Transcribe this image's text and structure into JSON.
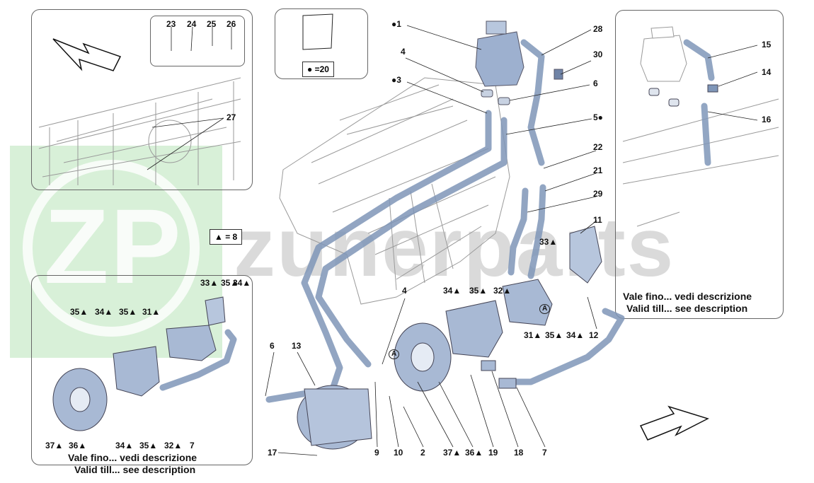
{
  "watermark": {
    "logo": "ZP",
    "brand": "zunerparts"
  },
  "legend": {
    "triangle": "▲ = 8",
    "dot": "● =20"
  },
  "notes": {
    "right_it": "Vale fino... vedi descrizione",
    "right_en": "Valid till... see description",
    "left_it": "Vale fino... vedi descrizione",
    "left_en": "Valid till... see description"
  },
  "labels": {
    "l1": "●1",
    "l3": "●3",
    "l4a": "4",
    "l28": "28",
    "l30": "30",
    "l6a": "6",
    "l5": "5●",
    "l22": "22",
    "l21": "21",
    "l29": "29",
    "l11": "11",
    "l15": "15",
    "l14": "14",
    "l16": "16",
    "l23": "23",
    "l24": "24",
    "l25": "25",
    "l26": "26",
    "l27": "27",
    "l33m": "33▲",
    "l34m": "34▲",
    "l35m": "35▲",
    "l32m": "32▲",
    "l31r": "31▲",
    "l35r": "35▲",
    "l34r": "34▲",
    "l12": "12",
    "circA1": "A",
    "circA2": "A",
    "l4b": "4",
    "l6b": "6",
    "l13": "13",
    "l9": "9",
    "l10": "10",
    "l2": "2",
    "l37m": "37▲",
    "l36m": "36▲",
    "l19": "19",
    "l18": "18",
    "l7m": "7",
    "l17": "17",
    "lc33": "33▲",
    "lc35": "35▲",
    "lc34": "34▲",
    "ld35a": "35▲",
    "ld34a": "34▲",
    "ld35b": "35▲",
    "ld31": "31▲",
    "ld37": "37▲",
    "ld36": "36▲",
    "ld34b": "34▲",
    "ld35c": "35▲",
    "ld32": "32▲",
    "ld7": "7"
  }
}
